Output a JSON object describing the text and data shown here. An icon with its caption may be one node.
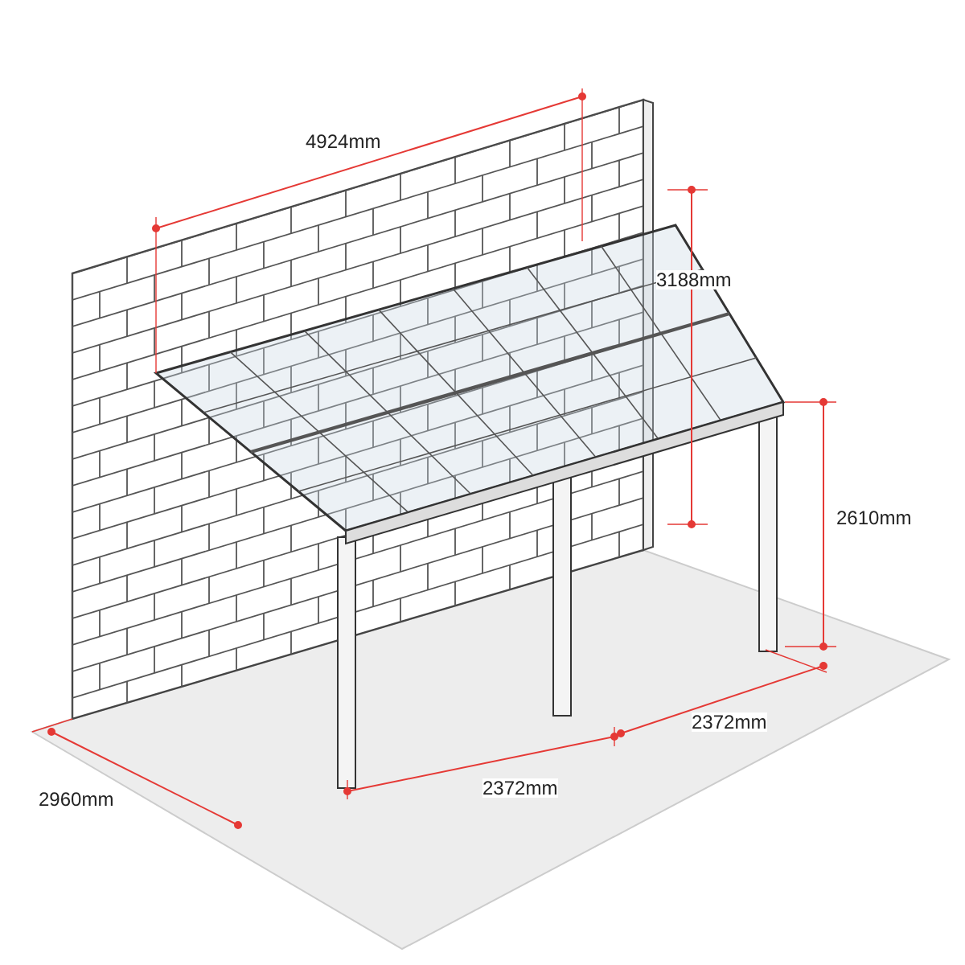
{
  "diagram": {
    "labels": [
      "4924mm",
      "3188mm",
      "2610mm",
      "2960mm",
      "2372mm",
      "2372mm"
    ]
  }
}
